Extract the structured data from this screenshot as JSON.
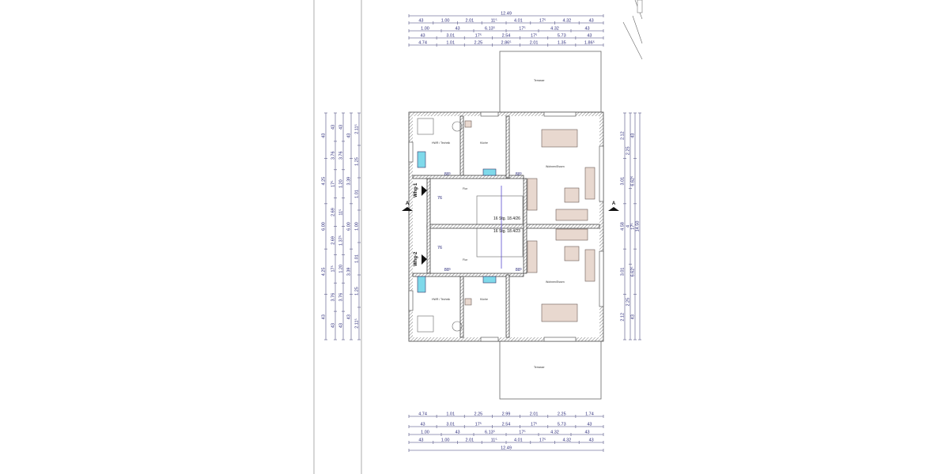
{
  "plan": {
    "dims_top": [
      [
        "12.49"
      ],
      [
        "43",
        "1.00",
        "2.01",
        "11⁵",
        "4.01",
        "17⁵",
        "4.32",
        "43"
      ],
      [
        "1.00",
        "43",
        "6.13⁵",
        "17⁵",
        "4.32",
        "43"
      ],
      [
        "43",
        "3.01",
        "17⁵",
        "2.54",
        "17⁵",
        "5.73",
        "43"
      ],
      [
        "4.74",
        "1.01",
        "2.25",
        "2.86⁵",
        "2.01",
        "1.35",
        "1.86⁵"
      ]
    ],
    "dims_bottom": [
      [
        "4.74",
        "1.01",
        "2.25",
        "2.99",
        "2.01",
        "2.25",
        "1.74"
      ],
      [
        "43",
        "3.01",
        "17⁵",
        "2.54",
        "17⁵",
        "5.73",
        "43"
      ],
      [
        "1.00",
        "43",
        "6.13⁵",
        "17⁵",
        "4.32",
        "43"
      ],
      [
        "43",
        "1.00",
        "2.01",
        "11⁵",
        "4.01",
        "17⁵",
        "4.32",
        "43"
      ],
      [
        "12.49"
      ]
    ],
    "dims_left": [
      [
        "43",
        "4.25",
        "6.00",
        "4.25",
        "43"
      ],
      [
        "43",
        "3.76",
        "17⁵",
        "2.69",
        "2.69",
        "17⁵",
        "3.76",
        "43"
      ],
      [
        "43",
        "3.76",
        "1.20",
        "11⁵",
        "1.37⁵",
        "1.20",
        "3.76",
        "43"
      ],
      [
        "43",
        "3.39",
        "6.00",
        "3.39",
        "43"
      ],
      [
        "2.11⁵",
        "1.25",
        "1.01",
        "1.00",
        "1.01",
        "1.25",
        "2.11⁵"
      ]
    ],
    "dims_right": [
      [
        "2.12",
        "3.01",
        "4.58",
        "3.01",
        "2.12"
      ],
      [
        "2.25",
        "4",
        "2.25"
      ],
      [
        "43",
        "6.62⁵",
        "17⁵",
        "6.62⁵",
        "43"
      ],
      [
        "14.50"
      ]
    ],
    "rooms": {
      "hwr_top": "HWR / Technik",
      "kueche_top": "Küche",
      "wohnen_top": "Wohnen/Essen",
      "flur_top": "Flur",
      "hwr_bottom": "HWR / Technik",
      "kueche_bottom": "Küche",
      "wohnen_bottom": "Wohnen/Essen",
      "flur_bottom": "Flur",
      "terrasse_top": "Terrasse",
      "terrasse_bottom": "Terrasse"
    },
    "stairs_top": "16 Stg. 18.4/26",
    "stairs_bottom": "16 Stg. 18.4/23",
    "unit_1": "Whg-1",
    "unit_2": "Whg-2",
    "section_mark": "A",
    "doors": [
      "88⁵",
      "88⁵",
      "76",
      "76",
      "88⁵",
      "88⁵"
    ],
    "colors": {
      "dimension": "#2a2a7a",
      "fixture": "#7fd9ea",
      "furniture": "#e8d8cf"
    }
  }
}
